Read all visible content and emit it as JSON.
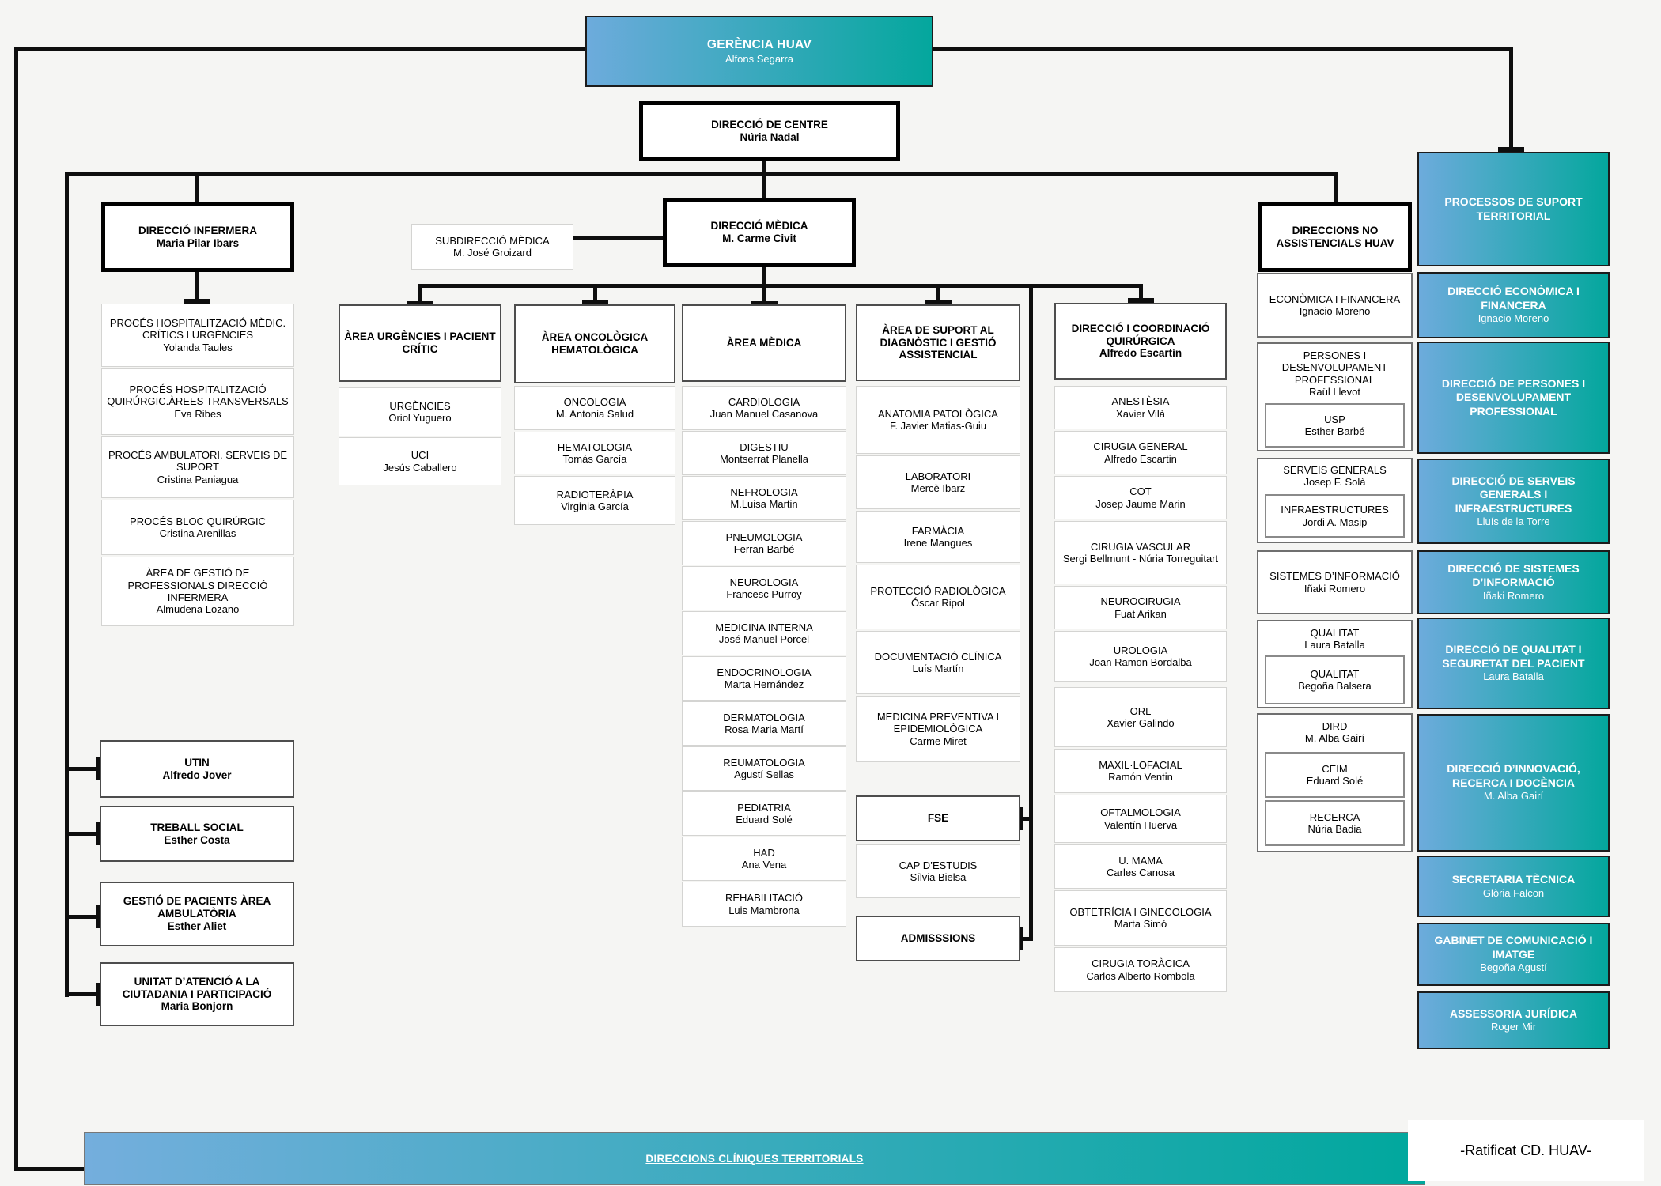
{
  "gerencia": {
    "title": "GERÈNCIA HUAV",
    "person": "Alfons Segarra"
  },
  "centre": {
    "title": "DIRECCIÓ DE CENTRE",
    "person": "Núria Nadal"
  },
  "infermera": {
    "title": "DIRECCIÓ INFERMERA",
    "person": "Maria Pilar Ibars",
    "processes": [
      {
        "t": "PROCÉS HOSPITALITZACIÓ MÈDIC. CRÍTICS I URGÈNCIES",
        "p": "Yolanda Taules"
      },
      {
        "t": "PROCÉS HOSPITALITZACIÓ QUIRÚRGIC.ÀREES TRANSVERSALS",
        "p": "Eva Ribes"
      },
      {
        "t": "PROCÉS AMBULATORI. SERVEIS DE SUPORT",
        "p": "Cristina Paniagua"
      },
      {
        "t": "PROCÉS BLOC QUIRÚRGIC",
        "p": "Cristina Arenillas"
      },
      {
        "t": "ÀREA DE GESTIÓ DE PROFESSIONALS DIRECCIÓ INFERMERA",
        "p": "Almudena Lozano"
      }
    ],
    "units": [
      {
        "t": "UTIN",
        "p": "Alfredo Jover"
      },
      {
        "t": "TREBALL SOCIAL",
        "p": "Esther Costa"
      },
      {
        "t": "GESTIÓ DE PACIENTS ÀREA AMBULATÒRIA",
        "p": "Esther Aliet"
      },
      {
        "t": "UNITAT D’ATENCIÓ A LA CIUTADANIA I PARTICIPACIÓ",
        "p": "Maria Bonjorn"
      }
    ]
  },
  "submedica": {
    "title": "SUBDIRECCIÓ MÈDICA",
    "person": "M. José Groizard"
  },
  "medica_dir": {
    "title": "DIRECCIÓ MÈDICA",
    "person": "M. Carme Civit"
  },
  "urgencies": {
    "title": "ÀREA URGÈNCIES I PACIENT CRÍTIC",
    "items": [
      {
        "t": "URGÈNCIES",
        "p": "Oriol Yuguero"
      },
      {
        "t": "UCI",
        "p": "Jesús Caballero"
      }
    ]
  },
  "oncologica": {
    "title": "ÀREA ONCOLÒGICA HEMATOLÒGICA",
    "items": [
      {
        "t": "ONCOLOGIA",
        "p": "M. Antonia Salud"
      },
      {
        "t": "HEMATOLOGIA",
        "p": "Tomás García"
      },
      {
        "t": "RADIOTERÀPIA",
        "p": "Virginia García"
      }
    ]
  },
  "medica": {
    "title": "ÀREA MÈDICA",
    "items": [
      {
        "t": "CARDIOLOGIA",
        "p": "Juan Manuel Casanova"
      },
      {
        "t": "DIGESTIU",
        "p": "Montserrat Planella"
      },
      {
        "t": "NEFROLOGIA",
        "p": "M.Luisa Martin"
      },
      {
        "t": "PNEUMOLOGIA",
        "p": "Ferran Barbé"
      },
      {
        "t": "NEUROLOGIA",
        "p": "Francesc Purroy"
      },
      {
        "t": "MEDICINA INTERNA",
        "p": "José Manuel Porcel"
      },
      {
        "t": "ENDOCRINOLOGIA",
        "p": "Marta Hernández"
      },
      {
        "t": "DERMATOLOGIA",
        "p": "Rosa Maria Martí"
      },
      {
        "t": "REUMATOLOGIA",
        "p": "Agustí Sellas"
      },
      {
        "t": "PEDIATRIA",
        "p": "Eduard Solé"
      },
      {
        "t": "HAD",
        "p": "Ana Vena"
      },
      {
        "t": "REHABILITACIÓ",
        "p": "Luis Mambrona"
      }
    ]
  },
  "suport": {
    "title": "ÀREA DE SUPORT AL DIAGNÒSTIC I GESTIÓ ASSISTENCIAL",
    "items": [
      {
        "t": "ANATOMIA PATOLÒGICA",
        "p": "F. Javier Matias-Guiu"
      },
      {
        "t": "LABORATORI",
        "p": "Mercè Ibarz"
      },
      {
        "t": "FARMÀCIA",
        "p": "Irene Mangues"
      },
      {
        "t": "PROTECCIÓ RADIOLÒGICA",
        "p": "Óscar Ripol"
      },
      {
        "t": "DOCUMENTACIÓ CLÍNICA",
        "p": "Luís Martín"
      },
      {
        "t": "MEDICINA PREVENTIVA I EPIDEMIOLÒGICA",
        "p": "Carme Miret"
      }
    ],
    "fse": "FSE",
    "cap": {
      "t": "CAP D’ESTUDIS",
      "p": "Sílvia Bielsa"
    },
    "admissions": "ADMISSSIONS"
  },
  "quirurgica": {
    "title": "DIRECCIÓ I COORDINACIÓ QUIRÚRGICA",
    "person": "Alfredo Escartín",
    "items": [
      {
        "t": "ANESTÈSIA",
        "p": "Xavier Vilà"
      },
      {
        "t": "CIRUGIA GENERAL",
        "p": "Alfredo Escartin"
      },
      {
        "t": "COT",
        "p": "Josep Jaume Marin"
      },
      {
        "t": "CIRUGIA VASCULAR",
        "p": "Sergi Bellmunt - Núria Torreguitart"
      },
      {
        "t": "NEUROCIRUGIA",
        "p": "Fuat Arikan"
      },
      {
        "t": "UROLOGIA",
        "p": "Joan Ramon Bordalba"
      },
      {
        "t": "ORL",
        "p": "Xavier Galindo"
      },
      {
        "t": "MAXIL·LOFACIAL",
        "p": "Ramón Ventin"
      },
      {
        "t": "OFTALMOLOGIA",
        "p": "Valentín Huerva"
      },
      {
        "t": "U. MAMA",
        "p": "Carles Canosa"
      },
      {
        "t": "OBTETRÍCIA I GINECOLOGIA",
        "p": "Marta Simó"
      },
      {
        "t": "CIRUGIA TORÀCICA",
        "p": "Carlos Alberto Rombola"
      }
    ]
  },
  "noassist": {
    "title": "DIRECCIONS NO ASSISTENCIALS HUAV",
    "groups": [
      {
        "t": "ECONÒMICA I FINANCERA",
        "p": "Ignacio Moreno"
      },
      {
        "t": "PERSONES I DESENVOLUPAMENT PROFESSIONAL",
        "p": "Raül Llevot"
      },
      {
        "t": "SERVEIS GENERALS",
        "p": "Josep F. Solà"
      },
      {
        "t": "SISTEMES D’INFORMACIÓ",
        "p": "Iñaki Romero"
      },
      {
        "t": "QUALITAT",
        "p": "Laura Batalla"
      },
      {
        "t": "DIRD",
        "p": "M. Alba Gairí"
      }
    ],
    "nested": {
      "usp": {
        "t": "USP",
        "p": "Esther Barbé"
      },
      "infra": {
        "t": "INFRAESTRUCTURES",
        "p": "Jordi A. Masip"
      },
      "qualitat": {
        "t": "QUALITAT",
        "p": "Begoña Balsera"
      },
      "ceim": {
        "t": "CEIM",
        "p": "Eduard Solé"
      },
      "recerca": {
        "t": "RECERCA",
        "p": "Núria Badia"
      }
    }
  },
  "territorial": [
    {
      "t": "PROCESSOS DE SUPORT TERRITORIAL"
    },
    {
      "t": "DIRECCIÓ ECONÒMICA I FINANCERA",
      "p": "Ignacio Moreno"
    },
    {
      "t": "DIRECCIÓ DE PERSONES I DESENVOLUPAMENT PROFESSIONAL"
    },
    {
      "t": "DIRECCIÓ DE SERVEIS GENERALS I INFRAESTRUCTURES",
      "p": "Lluís de la Torre"
    },
    {
      "t": "DIRECCIÓ DE SISTEMES D’INFORMACIÓ",
      "p": "Iñaki Romero"
    },
    {
      "t": "DIRECCIÓ DE QUALITAT I SEGURETAT DEL PACIENT",
      "p": "Laura Batalla"
    },
    {
      "t": "DIRECCIÓ D’INNOVACIÓ, RECERCA I DOCÈNCIA",
      "p": "M. Alba Gairí"
    },
    {
      "t": "SECRETARIA TÈCNICA",
      "p": "Glòria Falcon"
    },
    {
      "t": "GABINET DE COMUNICACIÓ I IMATGE",
      "p": "Begoña Agustí"
    },
    {
      "t": "ASSESSORIA JURÍDICA",
      "p": "Roger Mir"
    }
  ],
  "bottom_bar": "DIRECCIONS CLÍNIQUES TERRITORIALS",
  "ratificat": "-Ratificat CD. HUAV-",
  "colors": {
    "gradient_start": "#6dabdc",
    "gradient_end": "#04a79d",
    "line": "#0e0e0e"
  }
}
